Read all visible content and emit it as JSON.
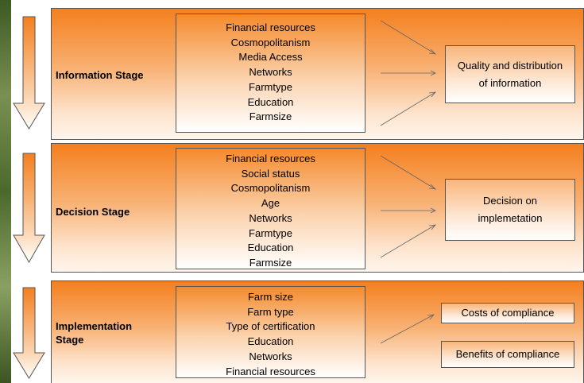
{
  "stages": [
    {
      "label": "Information Stage",
      "factors": [
        "Financial resources",
        "Cosmopolitanism",
        "Media Access",
        "Networks",
        "Farmtype",
        "Education",
        "Farmsize"
      ],
      "outcome": [
        "Quality and distribution",
        "of information"
      ]
    },
    {
      "label": "Decision Stage",
      "factors": [
        "Financial resources",
        "Social status",
        "Cosmopolitanism",
        "Age",
        "Networks",
        "Farmtype",
        "Education",
        "Farmsize"
      ],
      "outcome": [
        "Decision on",
        "implemetation"
      ]
    },
    {
      "label_lines": [
        "Implementation",
        "Stage"
      ],
      "factors": [
        "Farm size",
        "Farm type",
        "Type of certification",
        "Education",
        "Networks",
        "Financial resources"
      ],
      "outcomes": [
        "Costs of compliance",
        "Benefits of compliance"
      ]
    }
  ]
}
